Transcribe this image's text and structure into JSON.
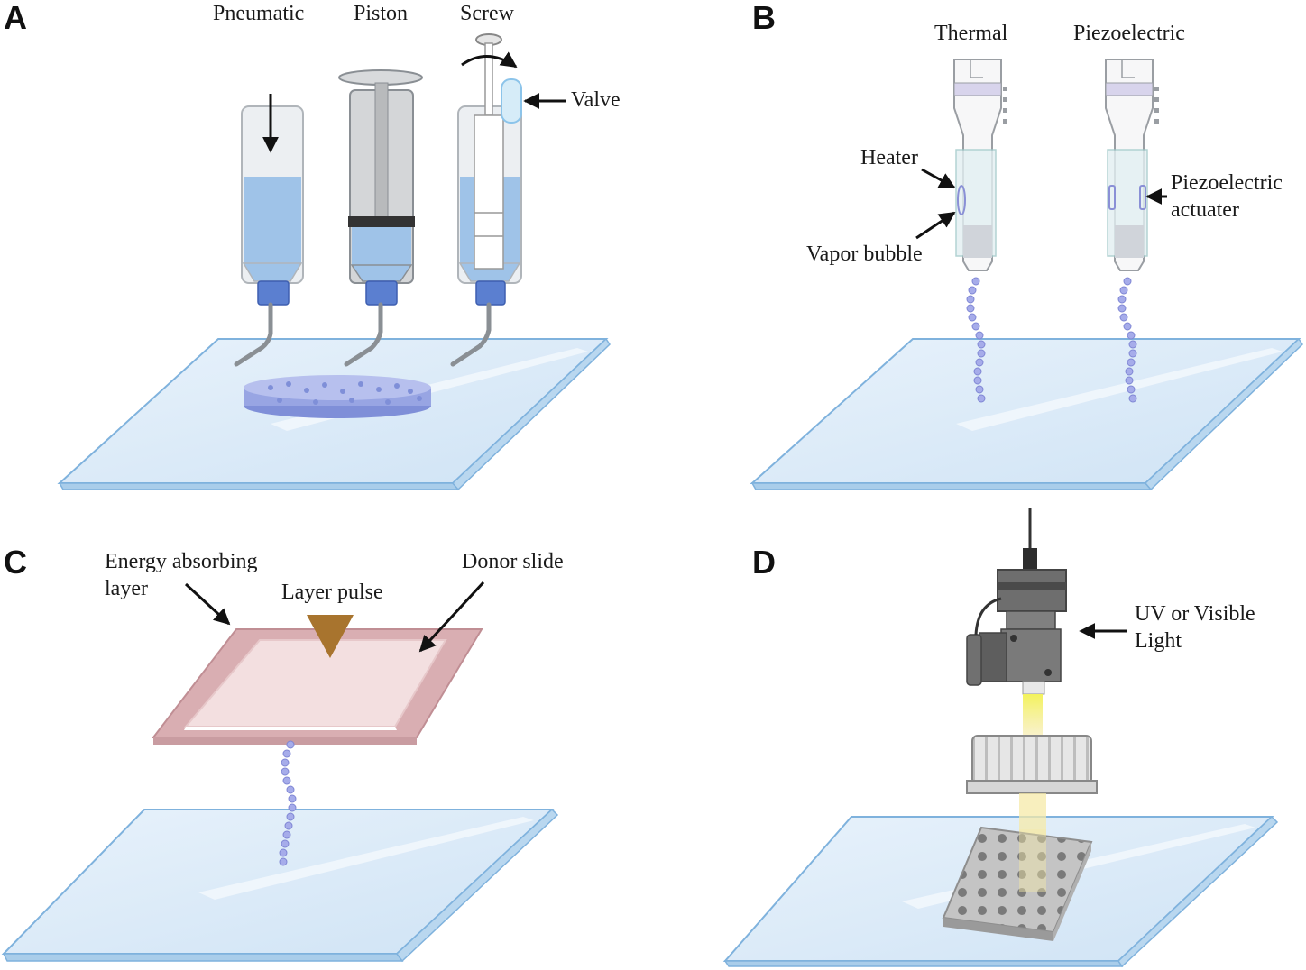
{
  "panels": {
    "a": {
      "letter": "A",
      "labels": {
        "pneumatic": "Pneumatic",
        "piston": "Piston",
        "screw": "Screw",
        "valve": "Valve"
      }
    },
    "b": {
      "letter": "B",
      "labels": {
        "thermal": "Thermal",
        "piezoelectric": "Piezoelectric",
        "heater": "Heater",
        "vapor_bubble": "Vapor bubble",
        "piezo_line1": "Piezoelectric",
        "piezo_line2": "actuater"
      }
    },
    "c": {
      "letter": "C",
      "labels": {
        "energy_line1": "Energy absorbing",
        "energy_line2": "layer",
        "layer_pulse": "Layer pulse",
        "donor_slide": "Donor slide"
      }
    },
    "d": {
      "letter": "D",
      "labels": {
        "light_line1": "UV or Visible",
        "light_line2": "Light"
      }
    }
  },
  "colors": {
    "glass_fill": "#dcebf8",
    "glass_edge": "#7fb2dd",
    "bioink": "#9fc3e8",
    "cap": "#5b7fd0",
    "droplet": "#9fa8e6",
    "donor_frame": "#d9aeb2",
    "pulse": "#a8742e",
    "device_gray": "#6e6e6e",
    "uv_yellow": "#f0f04a"
  }
}
